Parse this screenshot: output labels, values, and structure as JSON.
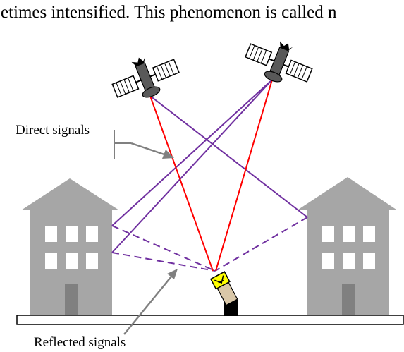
{
  "caption_text": "etimes intensified. This phenomenon is called n",
  "labels": {
    "direct": "Direct signals",
    "reflected": "Reflected signals"
  },
  "colors": {
    "direct_signal": "#ff0000",
    "reflected_signal": "#7030a0",
    "building": "#a6a6a6",
    "window": "#ffffff",
    "door": "#808080",
    "pointer": "#808080",
    "satellite_body": "#595959",
    "ground": "#ffffff",
    "receiver_box": "#ffff00",
    "receiver_stand": "#000000",
    "receiver_base": "#d9c7a8"
  },
  "icons": {
    "satellite": "satellite-icon",
    "receiver": "gnss-receiver-icon",
    "building": "building-icon"
  }
}
